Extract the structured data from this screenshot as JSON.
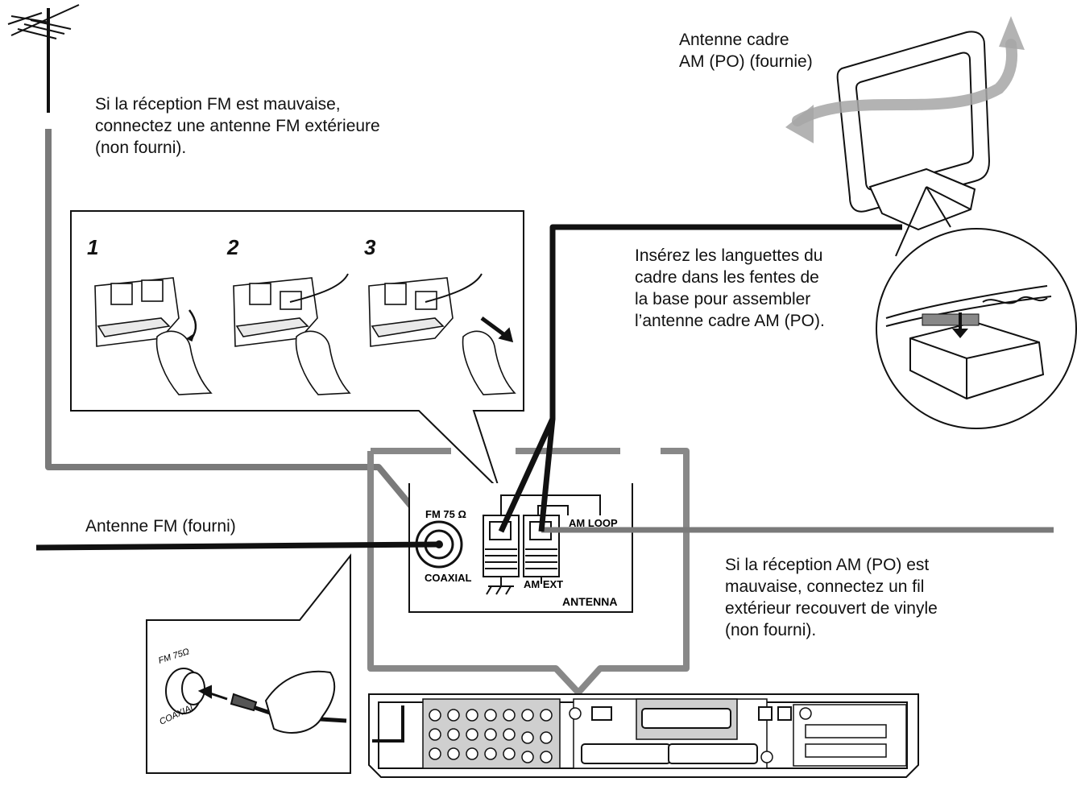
{
  "texts": {
    "am_loop_antenna": [
      "Antenne cadre",
      "AM (PO) (fournie)"
    ],
    "fm_poor_reception": [
      "Si la réception FM est mauvaise,",
      "connectez une antenne FM extérieure",
      "(non fourni)."
    ],
    "insert_tabs": [
      "Insérez les languettes du",
      "cadre dans les fentes de",
      "la base pour assembler",
      "l’antenne cadre AM (PO)."
    ],
    "fm_antenna": "Antenne FM (fourni)",
    "am_poor_reception": [
      "Si la réception AM (PO) est",
      "mauvaise, connectez un fil",
      "extérieur recouvert de vinyle",
      "(non fourni)."
    ]
  },
  "steps": [
    "1",
    "2",
    "3"
  ],
  "panel": {
    "fm_label": "FM 75 Ω",
    "coaxial": "COAXIAL",
    "am_loop": "AM LOOP",
    "am_ext": "AM EXT",
    "antenna": "ANTENNA"
  },
  "inset": {
    "fm_label": "FM 75Ω",
    "coaxial": "COAXIAL"
  },
  "colors": {
    "wire_black": "#111111",
    "wire_gray": "#7a7a7a",
    "arrow_gray": "#9a9a9a",
    "panel_gray": "#d0d0d0"
  }
}
